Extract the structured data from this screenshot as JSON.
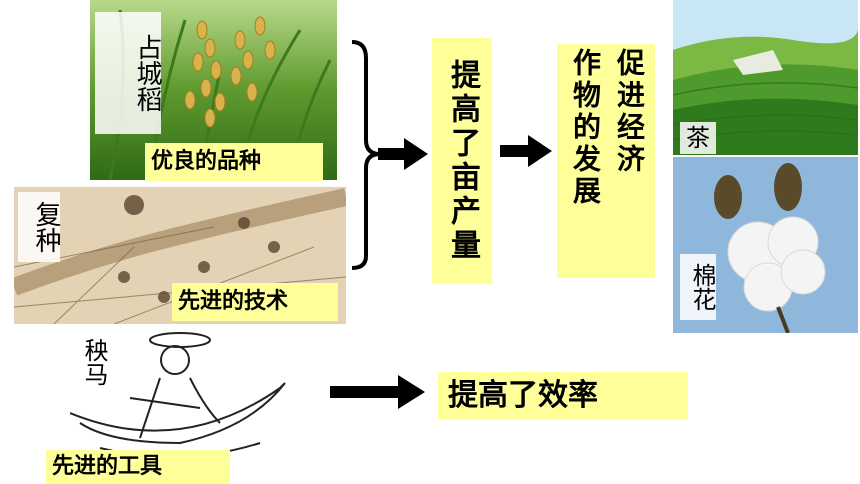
{
  "rice": {
    "name": "占城稻",
    "caption": "优良的品种"
  },
  "field": {
    "name": "复种",
    "caption": "先进的技术"
  },
  "tool": {
    "name": "秧马",
    "caption": "先进的工具"
  },
  "yield_box": "提高了亩产量",
  "crops_box_col1": "促进经济",
  "crops_box_col2": "作物的发展",
  "efficiency_box": "提高了效率",
  "tea_label": "茶",
  "cotton_label": "棉花"
}
